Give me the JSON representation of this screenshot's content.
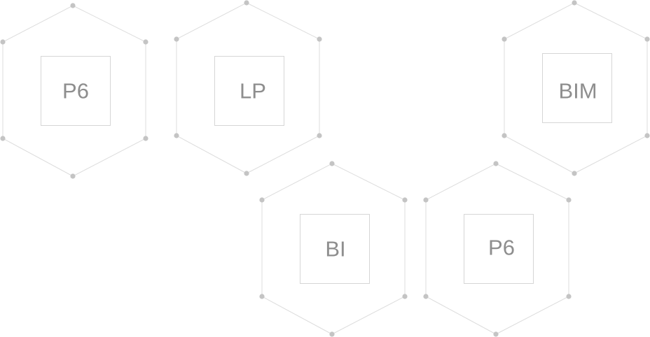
{
  "hexagons": [
    {
      "id": "hex-p6-top",
      "label": "P6"
    },
    {
      "id": "hex-lp",
      "label": "LP"
    },
    {
      "id": "hex-bim",
      "label": "BIM"
    },
    {
      "id": "hex-bi",
      "label": "BI"
    },
    {
      "id": "hex-p6-bottom",
      "label": "P6"
    }
  ]
}
